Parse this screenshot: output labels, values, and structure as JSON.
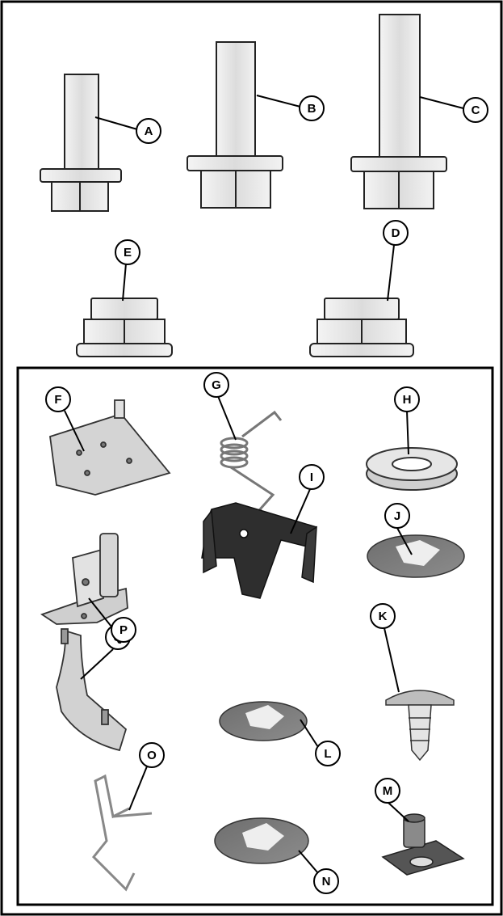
{
  "callouts": {
    "a": "A",
    "b": "B",
    "c": "C",
    "d": "D",
    "e": "E",
    "f": "F",
    "g": "G",
    "h": "H",
    "i": "I",
    "j": "J",
    "k": "K",
    "l": "L",
    "m": "M",
    "n": "N",
    "o": "O",
    "p": "P",
    "q": "Q"
  },
  "colors": {
    "outline": "#1a1a1a",
    "metal_light": "#e9e9e9",
    "metal_mid": "#c8c8c8",
    "metal_dark": "#7a7a7a",
    "clip_dark": "#2b2b2b"
  }
}
